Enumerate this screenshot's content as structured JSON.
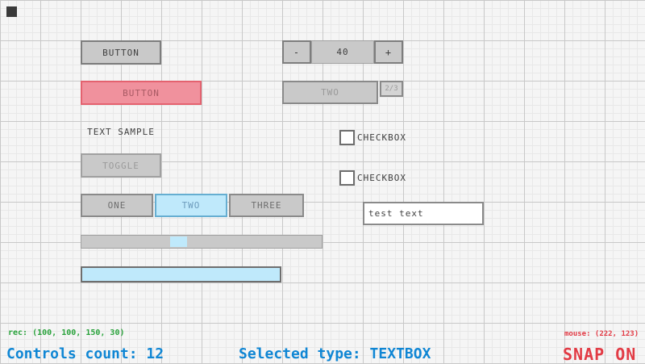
{
  "theme": {
    "colors": {
      "bg": "#f5f5f5",
      "grid-minor": "#e8e8e8",
      "grid-major": "#c8c8c8",
      "border-dark": "#6e6e6e",
      "border-gray": "#7d7d7d",
      "border-mid": "#8a8a8a",
      "border-light": "#a0a0a0",
      "fill-gray": "#c9c9c9",
      "text-dark": "#3f3f3f",
      "text-mid": "#6e6e6e",
      "text-gray": "#9a9a9a",
      "sel-border": "#e4626f",
      "sel-fill": "#f0919d",
      "sel-text": "#a85a64",
      "focus-border": "#66aed1",
      "focus-fill": "#bfe9fb",
      "focus-text": "#6c9bbc",
      "accent-blue": "#0f86d4",
      "accent-red": "#e23b45",
      "accent-green": "#2aa33c",
      "marker-dark": "#3a3a3a"
    }
  },
  "controls": {
    "button_normal": {
      "label": "BUTTON"
    },
    "button_selected": {
      "label": "BUTTON",
      "rect": "(100, 100, 150, 30)"
    },
    "label_sample": {
      "text": "TEXT SAMPLE"
    },
    "toggle": {
      "label": "TOGGLE"
    },
    "toggle_group": {
      "items": [
        {
          "label": "ONE",
          "active": false
        },
        {
          "label": "TWO",
          "active": true
        },
        {
          "label": "THREE",
          "active": false
        }
      ]
    },
    "slider": {
      "value_percent": 37
    },
    "progressbar": {
      "value_percent": 100
    },
    "spinner": {
      "minus_label": "-",
      "value": "40",
      "plus_label": "+"
    },
    "combobox": {
      "selected_label": "TWO",
      "counter": "2/3"
    },
    "checkbox_1": {
      "label": "CHECKBOX",
      "checked": false
    },
    "checkbox_2": {
      "label": "CHECKBOX",
      "checked": false
    },
    "textbox": {
      "value": "test text"
    }
  },
  "statusbar": {
    "rec": "rec: (100, 100, 150, 30)",
    "controls_count": "Controls count: 12",
    "selected_type": "Selected type: TEXTBOX",
    "mouse": "mouse: (222, 123)",
    "snap": "SNAP ON"
  }
}
